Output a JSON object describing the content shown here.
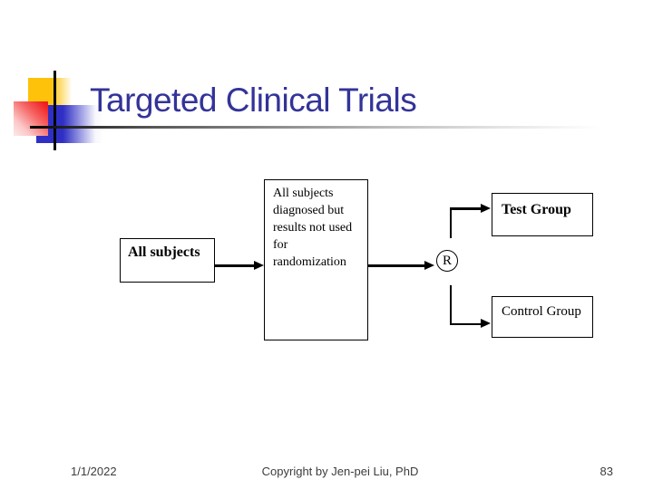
{
  "slide": {
    "title": "Targeted Clinical Trials",
    "title_color": "#333399",
    "decoration_colors": {
      "yellow": "#FEC20A",
      "red": "#F01F1F",
      "blue": "#2F2FC5"
    },
    "footer": {
      "date": "1/1/2022",
      "copyright": "Copyright by Jen-pei Liu, PhD",
      "page_number": "83"
    }
  },
  "diagram": {
    "all_subjects": {
      "label": "All subjects"
    },
    "diagnosed": {
      "lines": [
        "All subjects",
        "diagnosed but",
        "results not used",
        "for",
        "randomization"
      ]
    },
    "randomizer": {
      "label": "R"
    },
    "test_group": {
      "label": "Test Group"
    },
    "control_group": {
      "label": "Control Group"
    }
  }
}
